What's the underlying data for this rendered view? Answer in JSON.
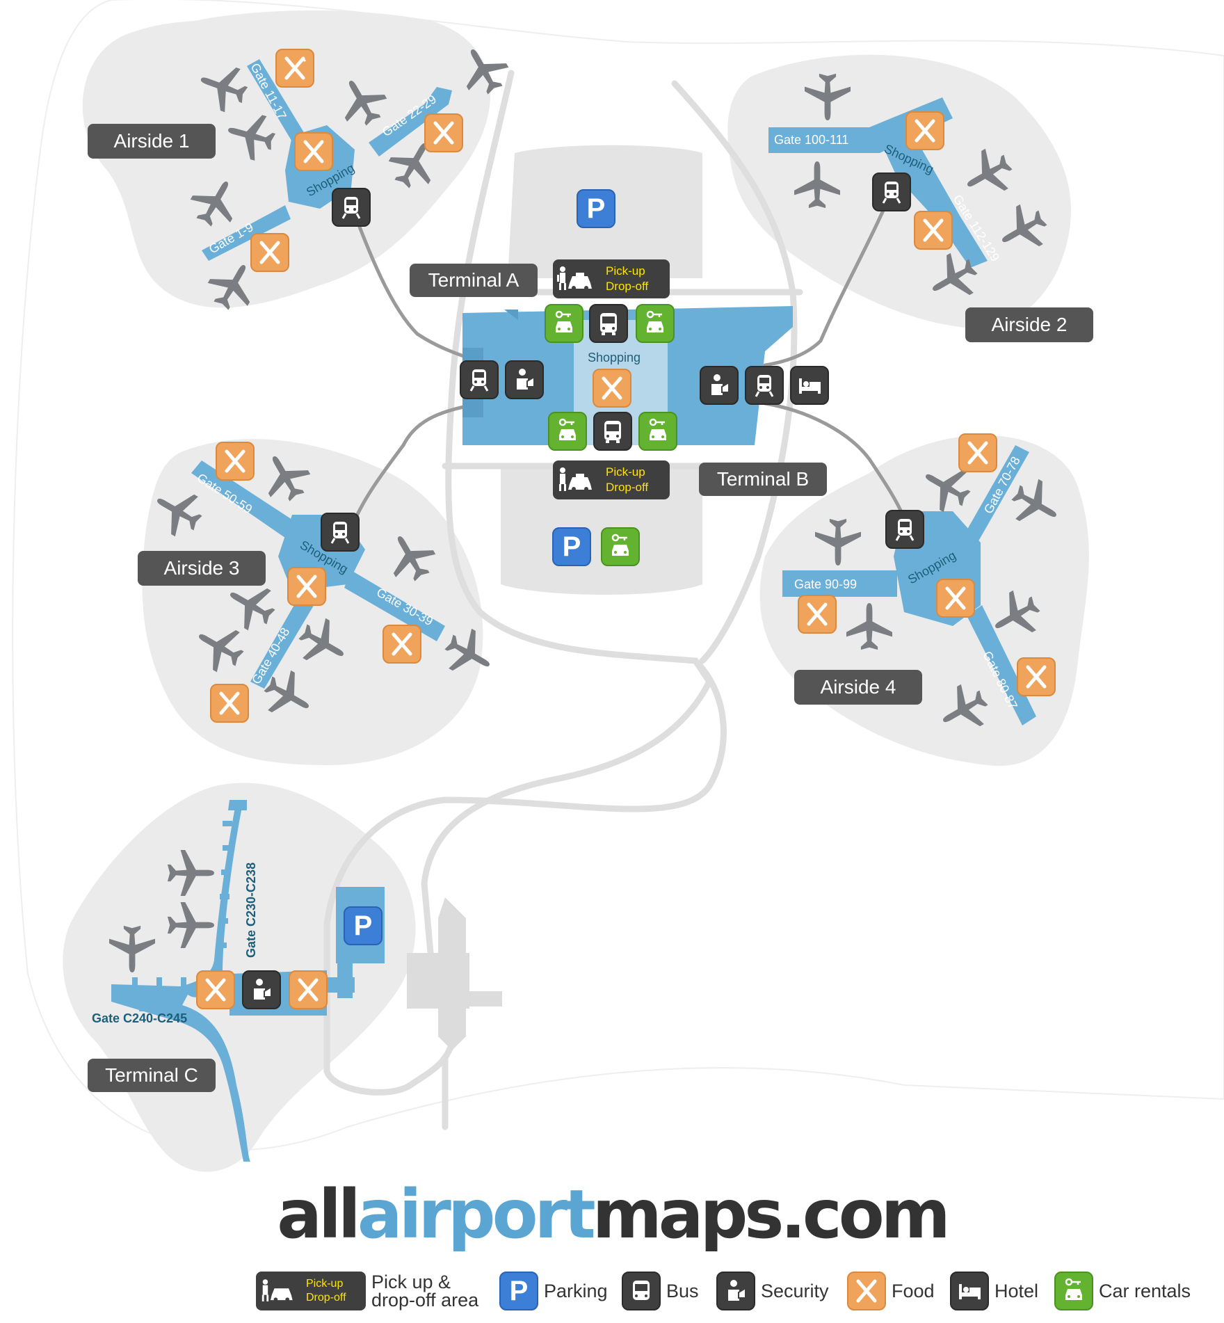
{
  "map": {
    "areas": {
      "airside1": "Airside 1",
      "airside2": "Airside 2",
      "airside3": "Airside 3",
      "airside4": "Airside 4",
      "terminal_a": "Terminal A",
      "terminal_b": "Terminal B",
      "terminal_c": "Terminal C"
    },
    "gates": {
      "g11_17": "Gate 11-17",
      "g22_29": "Gate 22-29",
      "g1_9": "Gate 1-9",
      "g100_111": "Gate 100-111",
      "g112_129": "Gate 112-129",
      "g50_59": "Gate 50-59",
      "g30_39": "Gate 30-39",
      "g40_48": "Gate 40-48",
      "g70_78": "Gate 70-78",
      "g90_99": "Gate 90-99",
      "g80_87": "Gate 80-87",
      "gc230": "Gate C230-C238",
      "gc240": "Gate C240-C245"
    },
    "shopping": "Shopping",
    "pickup": "Pick-up",
    "dropoff": "Drop-off",
    "parking_letter": "P"
  },
  "logo": {
    "part1": "all",
    "part2": "airport",
    "part3": "maps.com"
  },
  "legend": {
    "pickup_line1": "Pick up &",
    "pickup_line2": "drop-off area",
    "parking": "Parking",
    "bus": "Bus",
    "security": "Security",
    "food": "Food",
    "hotel": "Hotel",
    "car_rentals": "Car rentals"
  },
  "colors": {
    "terminal": "#6aafd8",
    "zone": "#ebebeb",
    "label": "#555555",
    "food": "#f0a35a",
    "car": "#63b230",
    "parking": "#3d7fd6",
    "dark_icon": "#3f3f3f",
    "plane": "#7a7e82"
  },
  "icons": [
    "food-icon",
    "train-icon",
    "bus-icon",
    "security-icon",
    "hotel-icon",
    "car-rental-icon",
    "parking-icon",
    "pickup-icon",
    "plane-icon"
  ]
}
